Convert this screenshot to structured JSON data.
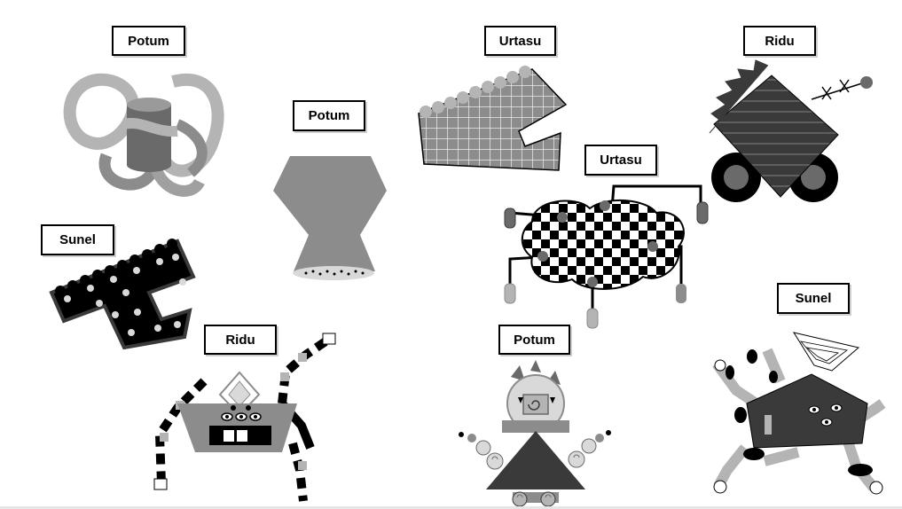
{
  "labels": {
    "potum_1": "Potum",
    "potum_2": "Potum",
    "potum_3": "Potum",
    "urtasu_1": "Urtasu",
    "urtasu_2": "Urtasu",
    "ridu_1": "Ridu",
    "ridu_2": "Ridu",
    "sunel_1": "Sunel",
    "sunel_2": "Sunel"
  },
  "colors": {
    "black": "#000000",
    "dark": "#3a3a3a",
    "mid": "#8c8c8c",
    "light": "#b4b4b4",
    "pale": "#d9d9d9",
    "white": "#ffffff"
  }
}
